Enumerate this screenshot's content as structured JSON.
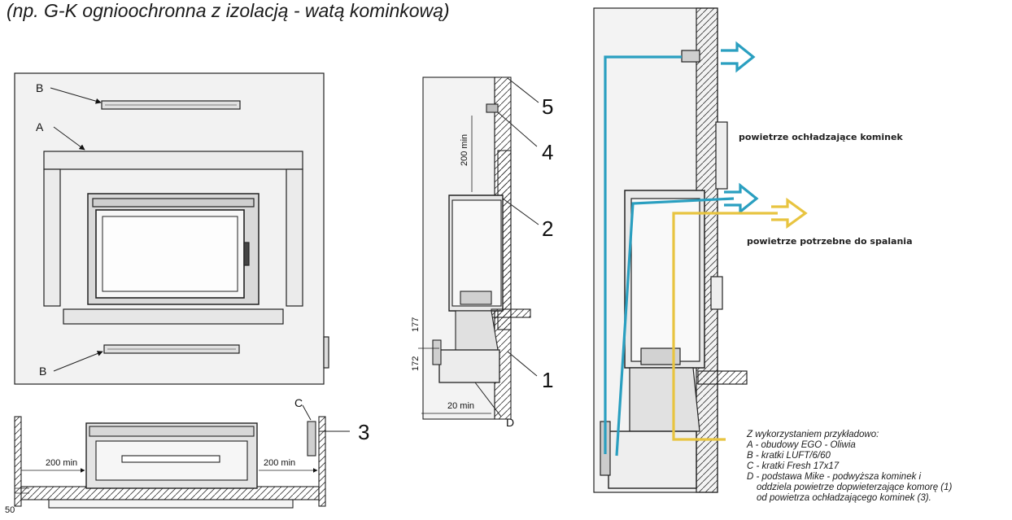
{
  "subtitle": "(np. G-K ognioochronna z izolacją - watą kominkową)",
  "front_view": {
    "label_a": "A",
    "label_b_top": "B",
    "label_b_bottom": "B"
  },
  "plan_view": {
    "dim_left": "200 min",
    "dim_right": "200 min",
    "dim_offset": "50",
    "label_c": "C",
    "label_3": "3"
  },
  "side_view": {
    "label_5": "5",
    "label_4": "4",
    "label_2": "2",
    "label_1": "1",
    "label_d": "D",
    "dim_200": "200 min",
    "dim_177": "177",
    "dim_172": "172",
    "dim_20": "20 min"
  },
  "airflow_view": {
    "cooling_air": "powietrze ochładzające kominek",
    "combustion_air": "powietrze potrzebne do spalania",
    "cooling_color": "#2a9fc0",
    "combustion_color": "#e8c440"
  },
  "legend": {
    "intro": "Z wykorzystaniem przykładowo:",
    "item_a": "A - obudowy EGO - Oliwia",
    "item_b": "B - kratki LUFT/6/60",
    "item_c": "C - kratki Fresh 17x17",
    "item_d1": "D - podstawa Mike - podwyższa kominek i",
    "item_d2": "oddziela powietrze dopwieterzające komorę (1)",
    "item_d3": "od powietrza ochładzającego kominek (3)."
  }
}
